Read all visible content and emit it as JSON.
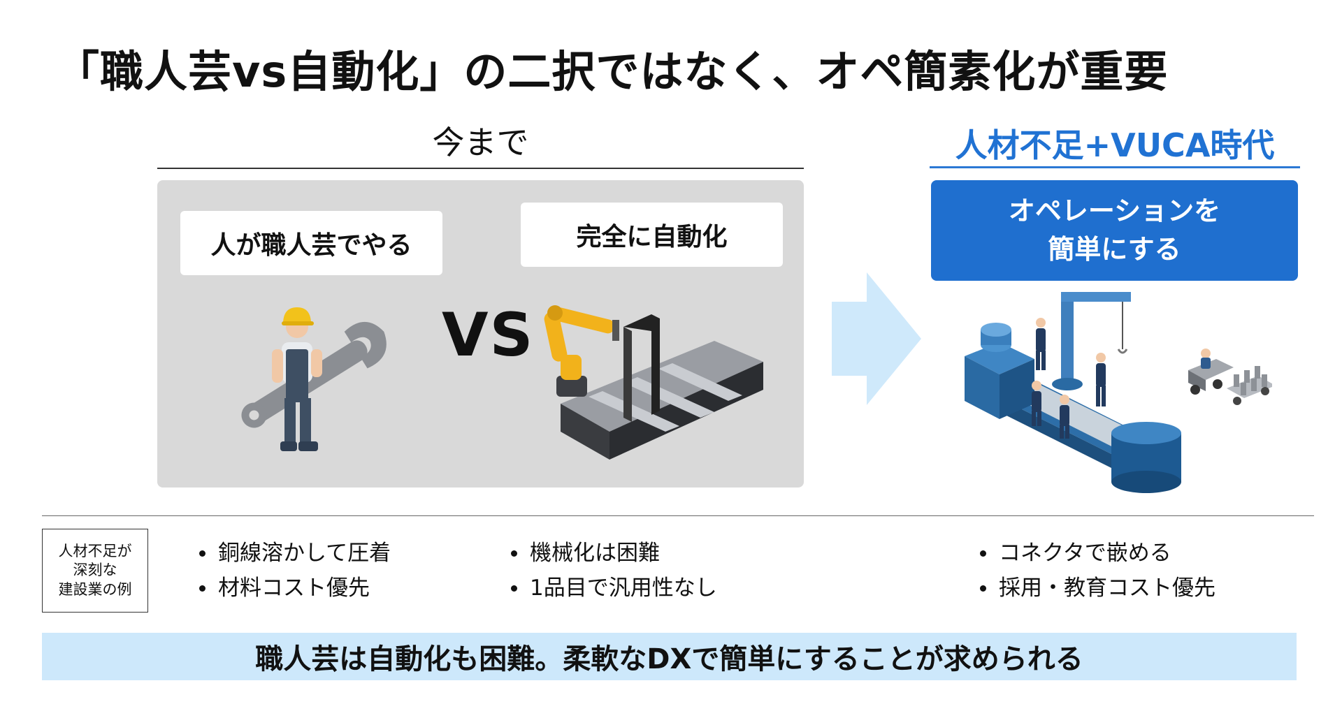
{
  "title": "「職人芸vs自動化」の二択ではなく、オペ簡素化が重要",
  "before": {
    "heading": "今まで",
    "craft_label": "人が職人芸でやる",
    "auto_label": "完全に自動化",
    "vs": "VS"
  },
  "after": {
    "heading": "人材不足+VUCA時代",
    "box_line1": "オペレーションを",
    "box_line2": "簡単にする"
  },
  "example": {
    "line1": "人材不足が",
    "line2": "深刻な",
    "line3": "建設業の例"
  },
  "bullets_craft": [
    "銅線溶かして圧着",
    "材料コスト優先"
  ],
  "bullets_auto": [
    "機械化は困難",
    "1品目で汎用性なし"
  ],
  "bullets_simple": [
    "コネクタで嵌める",
    "採用・教育コスト優先"
  ],
  "footer": "職人芸は自動化も困難。柔軟なDXで簡単にすることが求められる",
  "colors": {
    "accent_blue": "#1f6fcf",
    "heading_blue": "#2072d3",
    "arrow_light_blue": "#cfe9fb",
    "footer_bg": "#cde8fb",
    "panel_gray": "#d9d9d9"
  },
  "icons": [
    "worker-with-wrench-icon",
    "robot-arm-assembly-line-icon",
    "right-arrow-icon",
    "team-factory-line-icon"
  ]
}
